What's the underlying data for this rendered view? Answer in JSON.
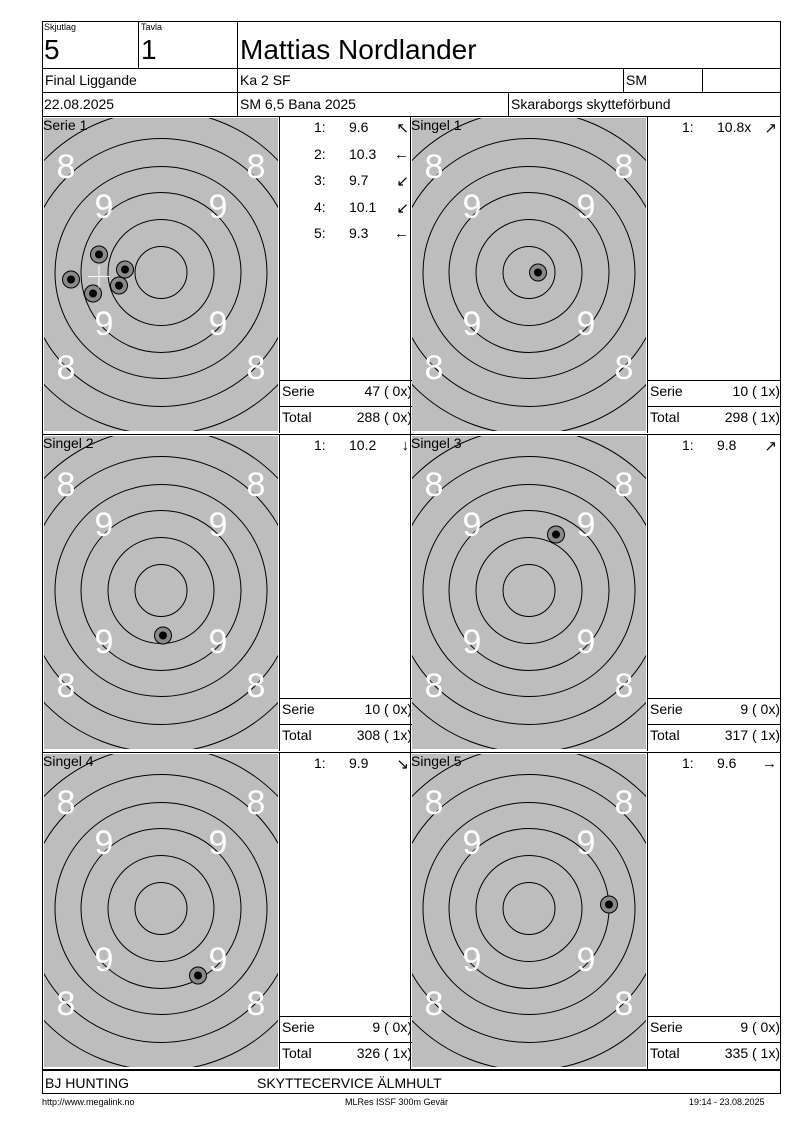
{
  "header": {
    "skjutlag_label": "Skjutlag",
    "skjutlag_value": "5",
    "tavla_label": "Tavla",
    "tavla_value": "1",
    "shooter_name": "Mattias Nordlander",
    "competition": "Final Liggande",
    "klass": "Ka 2 SF",
    "division": "SM",
    "date": "22.08.2025",
    "event": "SM 6,5 Bana 2025",
    "club": "Skaraborgs skytteförbund"
  },
  "series": [
    {
      "title": "Serie 1",
      "shots": [
        {
          "n": "1:",
          "v": "9.6",
          "dir": "up-left",
          "x": -62,
          "y": -18
        },
        {
          "n": "2:",
          "v": "10.3",
          "dir": "left",
          "x": -36,
          "y": -3
        },
        {
          "n": "3:",
          "v": "9.7",
          "dir": "down-left",
          "x": -90,
          "y": 7
        },
        {
          "n": "4:",
          "v": "10.1",
          "dir": "down-left",
          "x": -42,
          "y": 13
        },
        {
          "n": "5:",
          "v": "9.3",
          "dir": "left",
          "x": -68,
          "y": 21
        }
      ],
      "serie_label": "Serie",
      "serie_value": "47 ( 0x)",
      "total_label": "Total",
      "total_value": "288 ( 0x)"
    },
    {
      "title": "Singel 1",
      "shots": [
        {
          "n": "1:",
          "v": "10.8x",
          "dir": "up-right",
          "x": 9,
          "y": 0
        }
      ],
      "serie_label": "Serie",
      "serie_value": "10 ( 1x)",
      "total_label": "Total",
      "total_value": "298 ( 1x)"
    },
    {
      "title": "Singel 2",
      "shots": [
        {
          "n": "1:",
          "v": "10.2",
          "dir": "down",
          "x": 2,
          "y": 45
        }
      ],
      "serie_label": "Serie",
      "serie_value": "10 ( 0x)",
      "total_label": "Total",
      "total_value": "308 ( 1x)"
    },
    {
      "title": "Singel 3",
      "shots": [
        {
          "n": "1:",
          "v": "9.8",
          "dir": "up-right",
          "x": 27,
          "y": -56
        }
      ],
      "serie_label": "Serie",
      "serie_value": "9 ( 0x)",
      "total_label": "Total",
      "total_value": "317 ( 1x)"
    },
    {
      "title": "Singel 4",
      "shots": [
        {
          "n": "1:",
          "v": "9.9",
          "dir": "down-right",
          "x": 37,
          "y": 67
        }
      ],
      "serie_label": "Serie",
      "serie_value": "9 ( 0x)",
      "total_label": "Total",
      "total_value": "326 ( 1x)"
    },
    {
      "title": "Singel 5",
      "shots": [
        {
          "n": "1:",
          "v": "9.6",
          "dir": "right",
          "x": 80,
          "y": -4
        }
      ],
      "serie_label": "Serie",
      "serie_value": "9 ( 0x)",
      "total_label": "Total",
      "total_value": "335 ( 1x)"
    }
  ],
  "ring_labels": {
    "eight": "8",
    "nine": "9"
  },
  "footer": {
    "sponsor_left": "BJ HUNTING",
    "sponsor_center": "SKYTTECERVICE ÄLMHULT",
    "url": "http://www.megalink.no",
    "software": "MLRes ISSF 300m Gevär",
    "timestamp": "19:14 - 23.08.2025"
  },
  "colors": {
    "target_bg": "#bdbdbd",
    "ring": "#000000",
    "number": "#ffffff"
  }
}
